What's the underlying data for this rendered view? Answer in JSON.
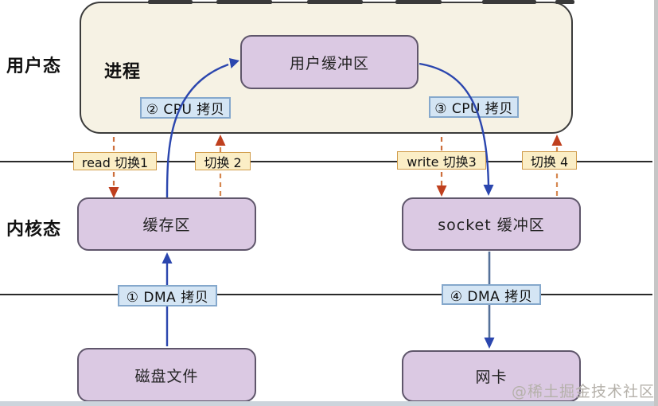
{
  "zones": {
    "user": "用户态",
    "kernel": "内核态"
  },
  "process": "进程",
  "nodes": {
    "user_buffer": "用户缓冲区",
    "kernel_buffer": "缓存区",
    "socket_buffer": "socket 缓冲区",
    "disk_file": "磁盘文件",
    "nic": "网卡"
  },
  "copies": {
    "cpu2": "② CPU 拷贝",
    "cpu3": "③ CPU 拷贝",
    "dma1": "① DMA 拷贝",
    "dma4": "④ DMA 拷贝"
  },
  "switches": {
    "read1": "read 切换1",
    "s2": "切换 2",
    "write3": "write 切换3",
    "s4": "切换 4"
  },
  "watermark": "@稀土掘金技术社区",
  "colors": {
    "process_fill": "#f6f2e4",
    "node_fill": "#dbc9e3",
    "copy_label_fill": "#d4e5f4",
    "copy_label_border": "#85a8cc",
    "switch_label_fill": "#fbeec6",
    "switch_label_border": "#d09c4a",
    "arrow_blue": "#2b46ae",
    "dma4_line": "#55719a",
    "arrow_red": "#bf3f1e",
    "dash_orange": "#cd6f3c",
    "boundary_line": "#2a2a2a"
  }
}
